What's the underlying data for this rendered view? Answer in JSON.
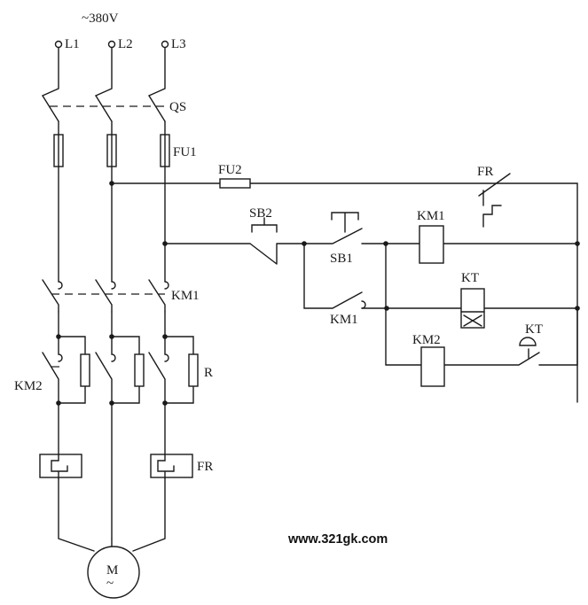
{
  "supply": {
    "voltage": "~380V",
    "phases": [
      "L1",
      "L2",
      "L3"
    ]
  },
  "labels": {
    "qs": "QS",
    "fu1": "FU1",
    "fu2": "FU2",
    "fr_control": "FR",
    "sb2": "SB2",
    "sb1": "SB1",
    "km1_coil": "KM1",
    "km1_main": "KM1",
    "km1_aux": "KM1",
    "kt_coil": "KT",
    "km2_coil": "KM2",
    "kt_contact": "KT",
    "km2_main": "KM2",
    "resistor": "R",
    "fr_heater": "FR",
    "motor": "M",
    "motor_ac": "~"
  },
  "watermark": "www.321gk.com"
}
